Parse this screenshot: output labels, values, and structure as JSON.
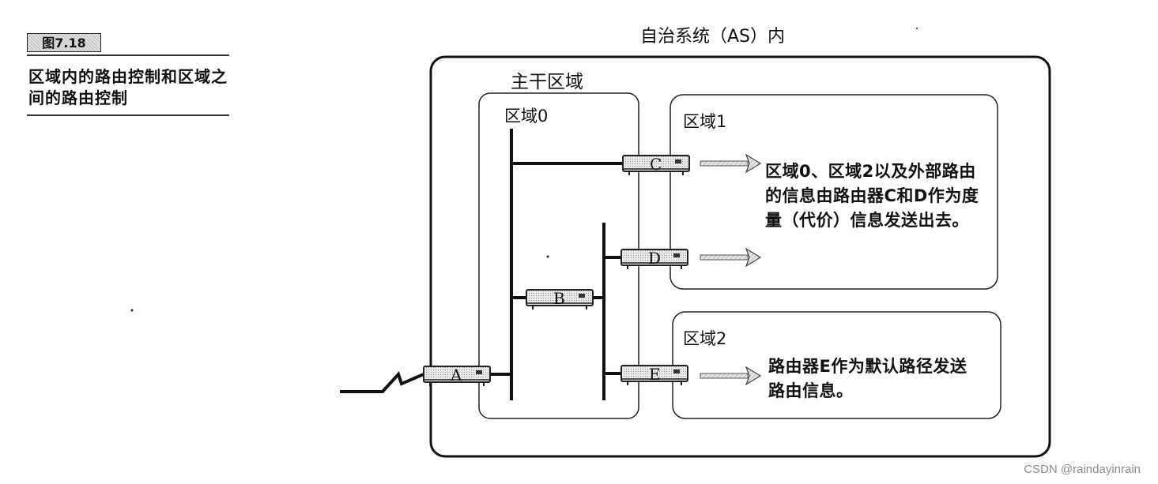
{
  "figure": {
    "tag": "图7.18",
    "caption": "区域内的路由控制和区域之间的路由控制"
  },
  "diagram": {
    "as_title": "自治系统（AS）内",
    "backbone_title": "主干区域",
    "areas": {
      "area0": "区域0",
      "area1": "区域1",
      "area2": "区域2"
    },
    "routers": {
      "A": "A",
      "B": "B",
      "C": "C",
      "D": "D",
      "E": "E"
    },
    "notes": {
      "area1": "区域0、区域2以及外部路由的信息由路由器C和D作为度量（代价）信息发送出去。",
      "area2": "路由器E作为默认路径发送路由信息。"
    }
  },
  "watermark": "CSDN @raindayinrain"
}
